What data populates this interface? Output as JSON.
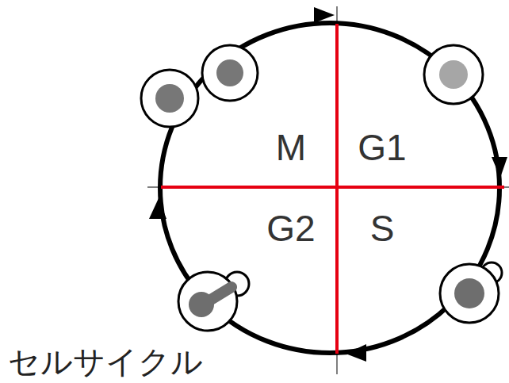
{
  "diagram": {
    "caption": "セルサイクル",
    "labels": [
      "M",
      "G1",
      "G2",
      "S"
    ]
  }
}
